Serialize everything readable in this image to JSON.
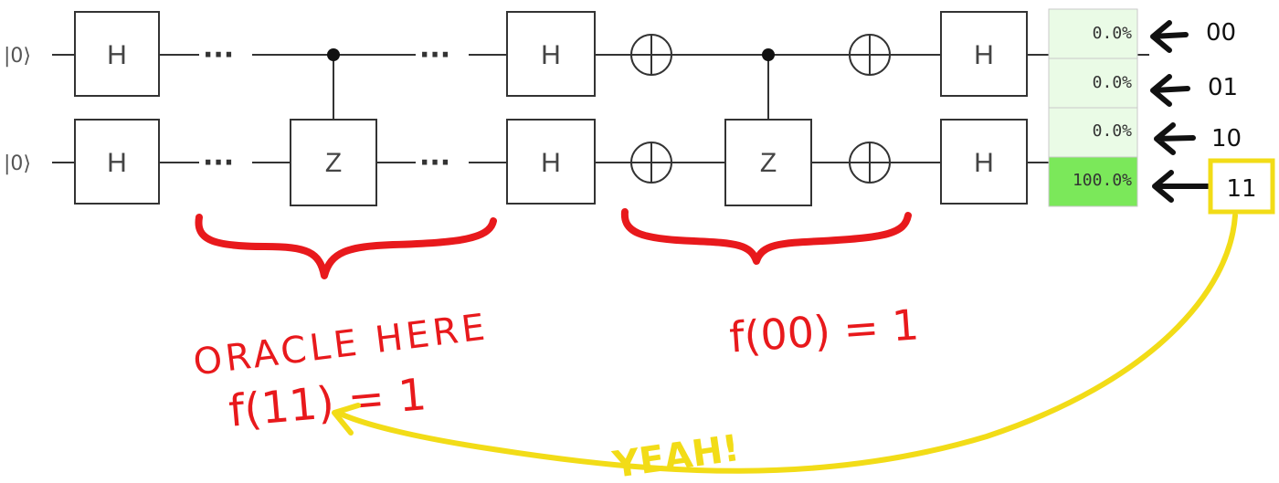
{
  "circuit": {
    "qubits": [
      {
        "init_label": "|0⟩"
      },
      {
        "init_label": "|0⟩"
      }
    ],
    "gates": {
      "hadamard": "H",
      "z": "Z"
    },
    "ellipsis": "···"
  },
  "probabilities": [
    {
      "state": "00",
      "value": "0.0%",
      "fraction": 0.0
    },
    {
      "state": "01",
      "value": "0.0%",
      "fraction": 0.0
    },
    {
      "state": "10",
      "value": "0.0%",
      "fraction": 0.0
    },
    {
      "state": "11",
      "value": "100.0%",
      "fraction": 1.0
    }
  ],
  "annotations": {
    "oracle_line1": "ORACLE HERE",
    "oracle_line2": "f(11) = 1",
    "diffuser": "f(00) = 1",
    "exclaim": "YEAH!"
  },
  "colors": {
    "red_ink": "#e8191c",
    "yellow_ink": "#f2dc17",
    "prob_low": "#eafbe6",
    "prob_high": "#7be85a"
  }
}
